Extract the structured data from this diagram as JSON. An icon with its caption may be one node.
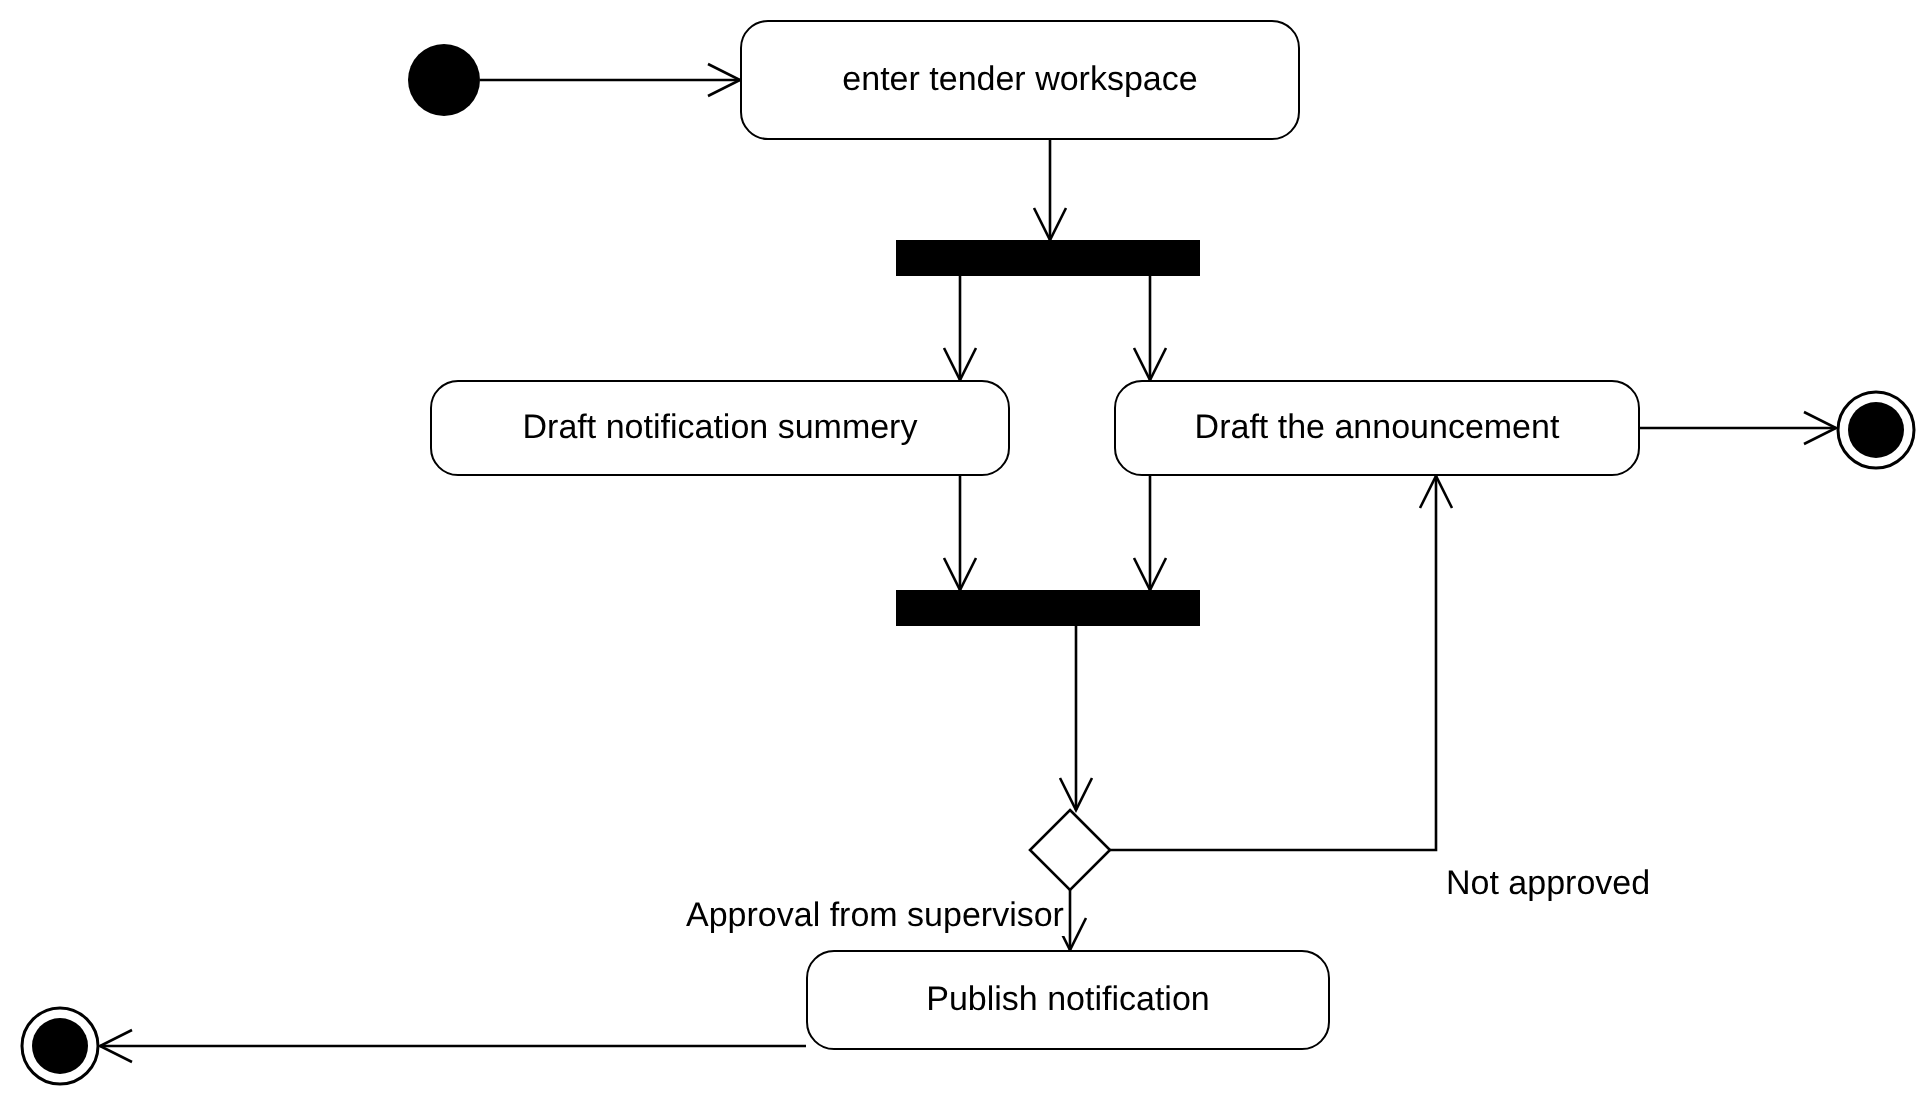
{
  "diagram": {
    "nodes": [
      {
        "text": [],
        "shape": "circle"
      },
      {
        "text": [
          "enter tender workspace"
        ]
      },
      {
        "text": [],
        "shape": "bar"
      },
      {
        "text": [
          "Draft notification summery"
        ]
      },
      {
        "text": [
          "Draft the announcement"
        ]
      },
      {
        "text": [],
        "shape": "bullseye"
      },
      {
        "text": [],
        "shape": "bar"
      },
      {
        "text": [],
        "shape": "diamond"
      },
      {
        "text": [
          "Publish notification"
        ]
      },
      {
        "text": [],
        "shape": "bullseye"
      }
    ],
    "edges": [
      {
        "from": 0,
        "to": 1,
        "arrow": "to"
      },
      {
        "from": 1,
        "to": 2,
        "arrow": "to"
      },
      {
        "from": 2,
        "to": 3,
        "arrow": "to"
      },
      {
        "from": 2,
        "to": 4,
        "arrow": "to"
      },
      {
        "from": 3,
        "to": 6,
        "arrow": "to"
      },
      {
        "from": 4,
        "to": 6,
        "arrow": "to"
      },
      {
        "from": 6,
        "to": 7,
        "arrow": "to"
      },
      {
        "from": 7,
        "to": 4,
        "arrow": "to",
        "label": "Not approved"
      },
      {
        "from": 4,
        "to": 5,
        "arrow": "to"
      },
      {
        "from": 7,
        "to": 8,
        "arrow": "to",
        "label": "Approval from supervisor"
      },
      {
        "from": 8,
        "to": 9,
        "arrow": "to"
      }
    ]
  }
}
